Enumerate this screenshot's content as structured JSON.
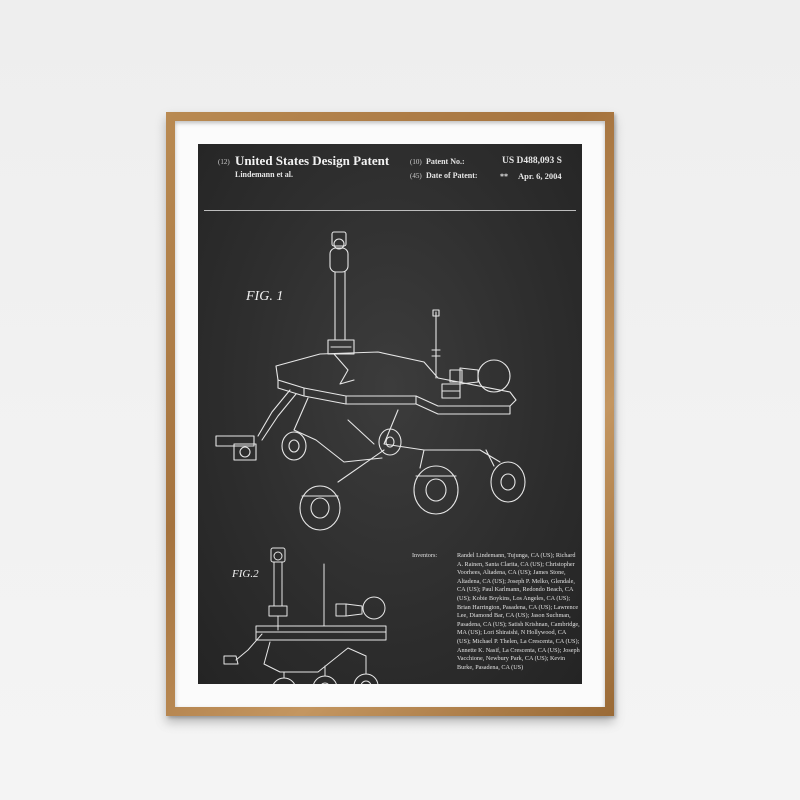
{
  "header": {
    "kind_code": "(12)",
    "title": "United States Design Patent",
    "inventor_short": "Lindemann et al.",
    "patent_no_code": "(10)",
    "patent_no_label": "Patent No.:",
    "patent_no": "US D488,093 S",
    "date_code": "(45)",
    "date_label": "Date of Patent:",
    "date_marker": "**",
    "date": "Apr. 6, 2004"
  },
  "figures": {
    "fig1_label": "FIG. 1",
    "fig2_label": "FIG.2"
  },
  "inventors": {
    "label": "Inventors:",
    "text": "Randel Lindemann, Tujunga, CA (US); Richard A. Rainen, Santa Clarita, CA (US); Christopher Voorhees, Altadena, CA (US); James Stone, Altadena, CA (US); Joseph P. Melko, Glendale, CA (US); Paul Karlmann, Redondo Beach, CA (US); Kobie Boykins, Los Angeles, CA (US); Brian Harrington, Pasadena, CA (US); Lawrence Lee, Diamond Bar, CA (US); Jason Suchman, Pasadena, CA (US); Satish Krishnan, Cambridge, MA (US); Lori Shiraishi, N Hollywood, CA (US); Michael P. Thelen, La Crescenta, CA (US); Annette K. Nasif, La Crescenta, CA (US); Joseph Vacchione, Newbury Park, CA (US); Kevin Burke, Pasadena, CA (US)"
  },
  "colors": {
    "wall": "#eeeeee",
    "frame_wood": "#a5733e",
    "mat": "#fbfbfb",
    "chalkboard": "#2e2e2e",
    "chalk_line": "#e8e8e8"
  }
}
